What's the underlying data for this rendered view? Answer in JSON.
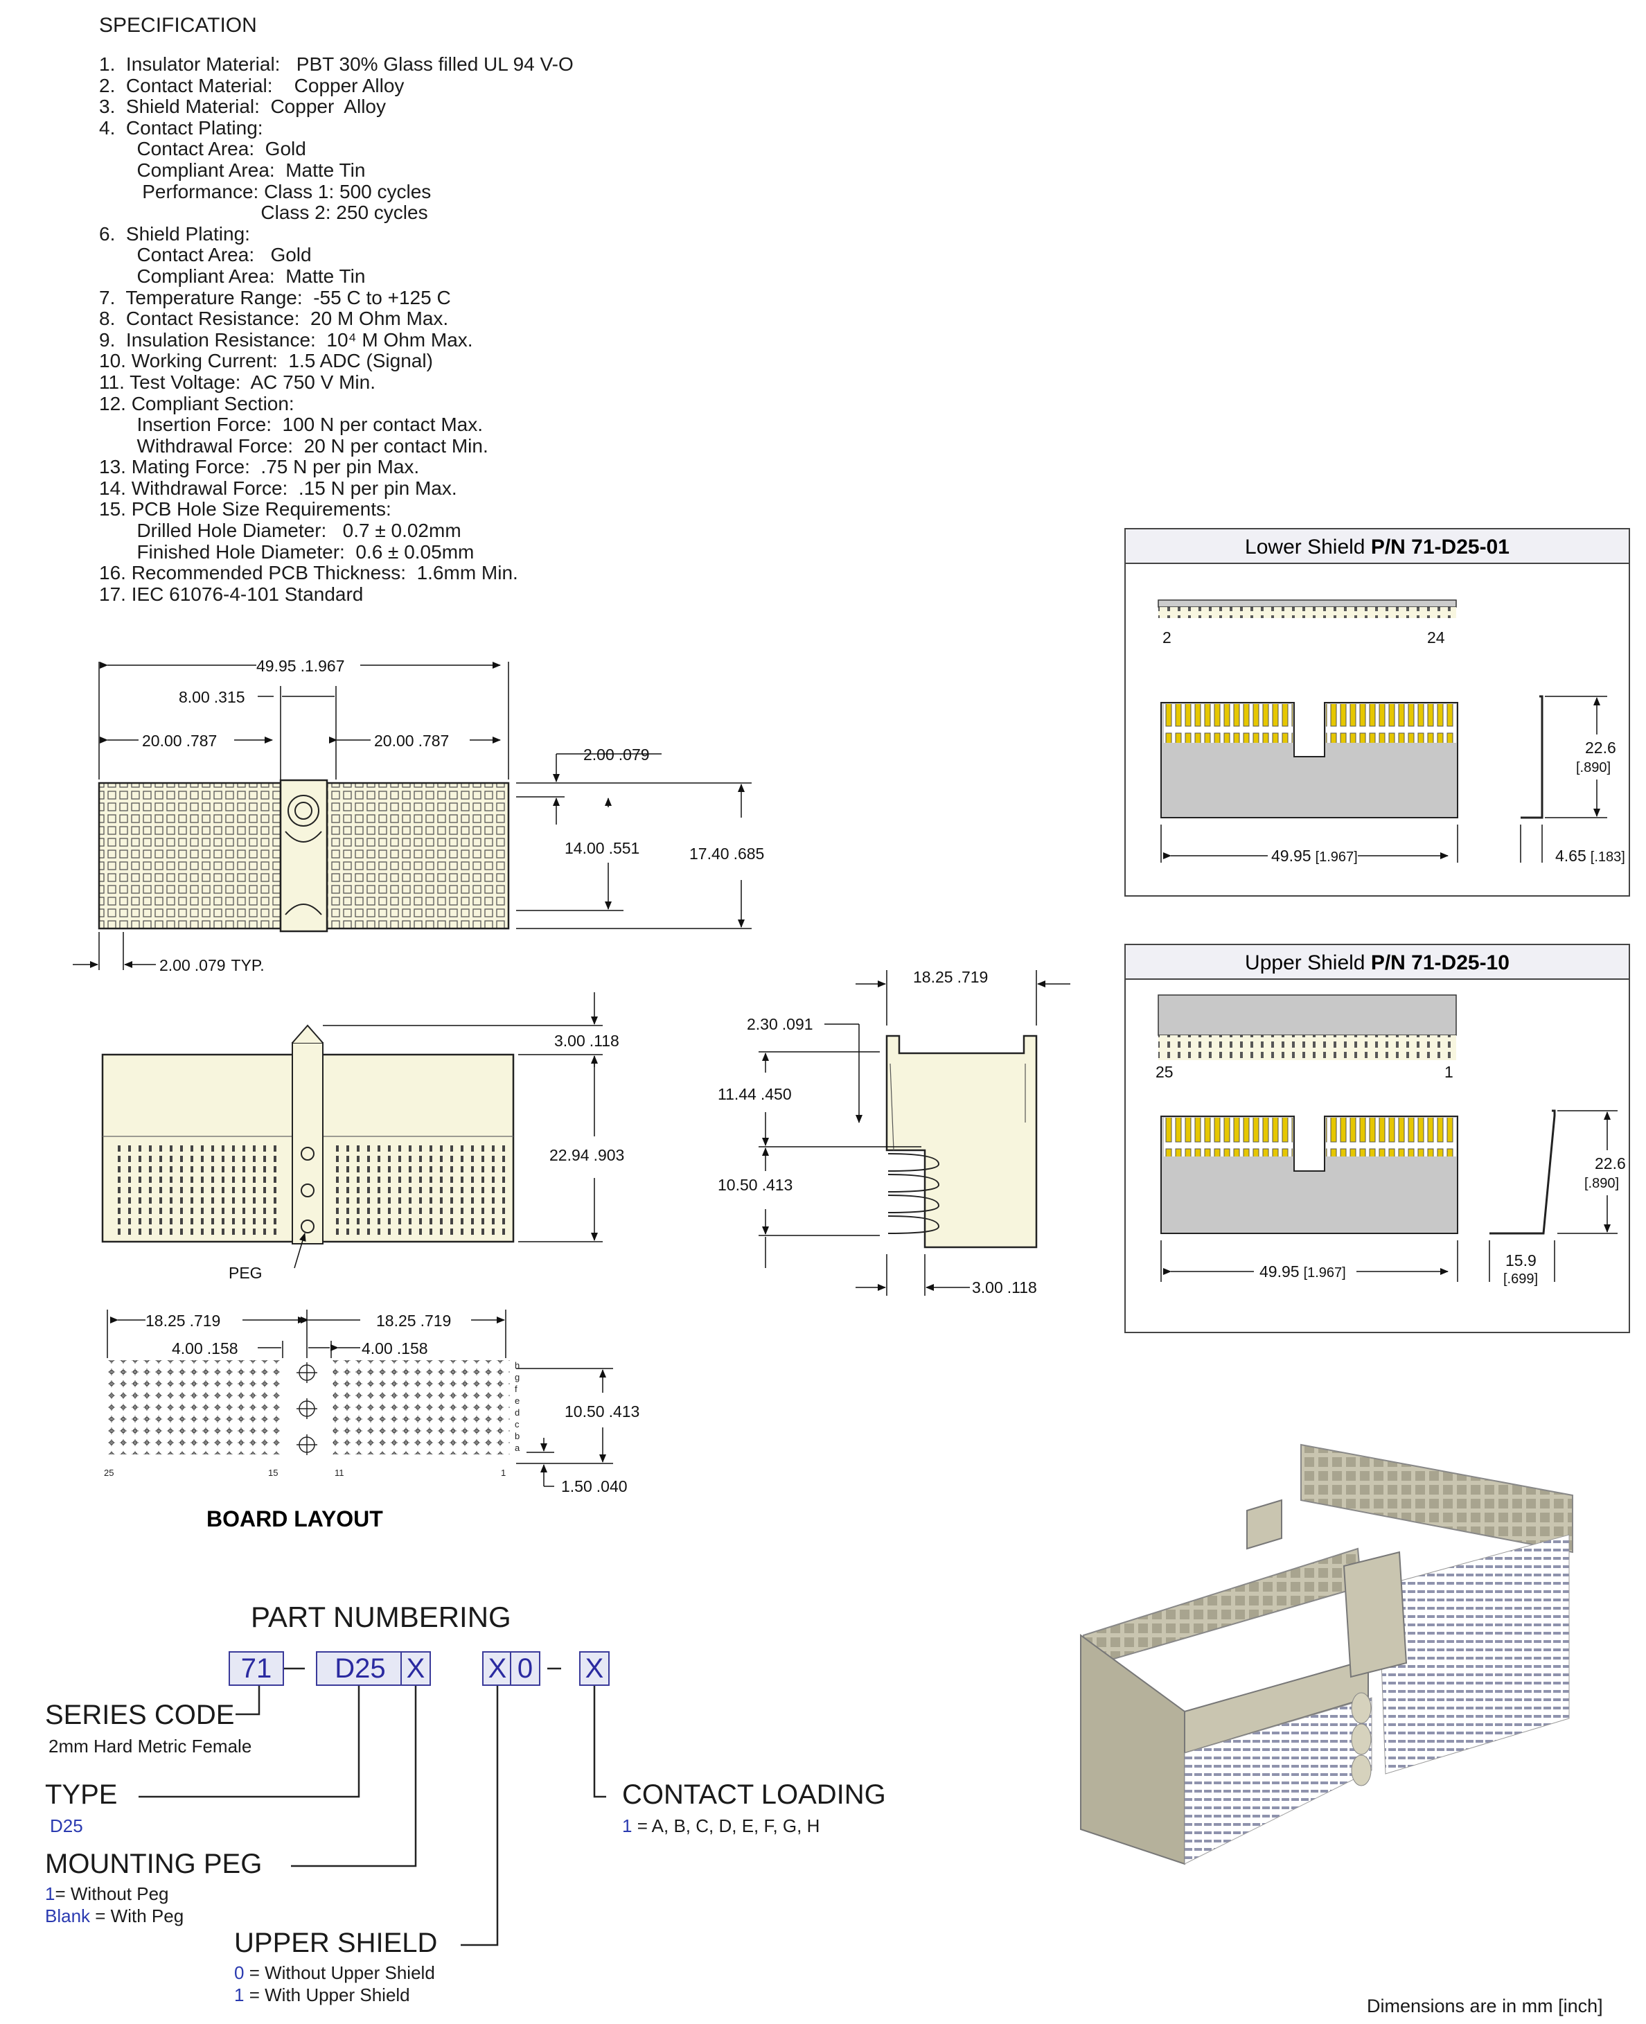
{
  "spec": {
    "title": "SPECIFICATION",
    "lines": [
      "1.  Insulator Material:   PBT 30% Glass filled UL 94 V-O",
      "2.  Contact Material:    Copper Alloy",
      "3.  Shield Material:  Copper  Alloy",
      "4.  Contact Plating:",
      "       Contact Area:  Gold",
      "       Compliant Area:  Matte Tin",
      "        Performance: Class 1: 500 cycles",
      "                              Class 2: 250 cycles",
      "6.  Shield Plating:",
      "       Contact Area:   Gold",
      "       Compliant Area:  Matte Tin",
      "7.  Temperature Range:  -55 C to +125 C",
      "8.  Contact Resistance:  20 M Ohm Max.",
      "9.  Insulation Resistance:  10⁴ M Ohm Max.",
      "10. Working Current:  1.5 ADC (Signal)",
      "11. Test Voltage:  AC 750 V Min.",
      "12. Compliant Section:",
      "       Insertion Force:  100 N per contact Max.",
      "       Withdrawal Force:  20 N per contact Min.",
      "13. Mating Force:  .75 N per pin Max.",
      "14. Withdrawal Force:  .15 N per pin Max.",
      "15. PCB Hole Size Requirements:",
      "       Drilled Hole Diameter:   0.7 ± 0.02mm",
      "       Finished Hole Diameter:  0.6 ± 0.05mm",
      "16. Recommended PCB Thickness:  1.6mm Min.",
      "17. IEC 61076-4-101 Standard"
    ]
  },
  "top_view": {
    "d_overall": "49.95",
    "d_overall_in": ".1.967",
    "d_center": "8.00",
    "d_center_in": ".315",
    "d_left": "20.00",
    "d_left_in": ".787",
    "d_right": "20.00",
    "d_right_in": ".787",
    "d_edge": "2.00",
    "d_edge_in": ".079",
    "d_h1": "14.00",
    "d_h1_in": ".551",
    "d_h2": "17.40",
    "d_h2_in": ".685",
    "d_typ": "2.00",
    "d_typ_in": ".079",
    "typ": "TYP."
  },
  "front_view": {
    "d_top": "3.00",
    "d_top_in": ".118",
    "d_height": "22.94",
    "d_height_in": ".903",
    "peg": "PEG"
  },
  "side_view": {
    "d_width": "18.25",
    "d_width_in": ".719",
    "d_a": "2.30",
    "d_a_in": ".091",
    "d_b": "11.44",
    "d_b_in": ".450",
    "d_c": "10.50",
    "d_c_in": ".413",
    "d_d": "3.00",
    "d_d_in": ".118"
  },
  "board_layout": {
    "title": "BOARD LAYOUT",
    "d_left": "18.25",
    "d_left_in": ".719",
    "d_right": "18.25",
    "d_right_in": ".719",
    "d_p1": "4.00",
    "d_p1_in": ".158",
    "d_p2": "4.00",
    "d_p2_in": ".158",
    "d_h": "10.50",
    "d_h_in": ".413",
    "d_b": "1.50",
    "d_b_in": ".040",
    "cols": [
      "25",
      "15",
      "11",
      "1"
    ],
    "rows": [
      "h",
      "g",
      "f",
      "e",
      "d",
      "c",
      "b",
      "a"
    ]
  },
  "lower_shield": {
    "label": "Lower Shield ",
    "pn": "P/N 71-D25-01",
    "pin_left": "2",
    "pin_right": "24",
    "d_h": "22.6",
    "d_h_in": "[.890]",
    "d_w": "49.95",
    "d_w_in": "[1.967]",
    "d_d": "4.65",
    "d_d_in": "[.183]"
  },
  "upper_shield": {
    "label": "Upper Shield ",
    "pn": "P/N 71-D25-10",
    "pin_left": "25",
    "pin_right": "1",
    "d_h": "22.6",
    "d_h_in": "[.890]",
    "d_w": "49.95",
    "d_w_in": "[1.967]",
    "d_d": "15.9",
    "d_d_in": "[.699]"
  },
  "part_numbering": {
    "title": "PART NUMBERING",
    "boxes": [
      "71",
      "D25",
      "X",
      "X",
      "0",
      "X"
    ],
    "series_code": "SERIES CODE",
    "series_desc": "2mm Hard Metric Female",
    "type": "TYPE",
    "type_value": "D25",
    "mounting_peg": "MOUNTING PEG",
    "peg_opt1_key": "1",
    "peg_opt1": "= Without Peg",
    "peg_opt2_key": "Blank",
    "peg_opt2": " = With Peg",
    "upper_shield": "UPPER SHIELD",
    "us_opt1_key": "0",
    "us_opt1": " = Without Upper Shield",
    "us_opt2_key": "1",
    "us_opt2": " = With Upper Shield",
    "contact_loading": "CONTACT LOADING",
    "cl_key": "1",
    "cl_value": " = A, B, C, D, E, F, G, H"
  },
  "footer": "Dimensions are in mm [inch]",
  "colors": {
    "body": "#f7f5dd",
    "gold": "#e6c700",
    "shield": "#c8c8c8",
    "accent": "#2a3ab0",
    "render": "#c9c5b0"
  }
}
